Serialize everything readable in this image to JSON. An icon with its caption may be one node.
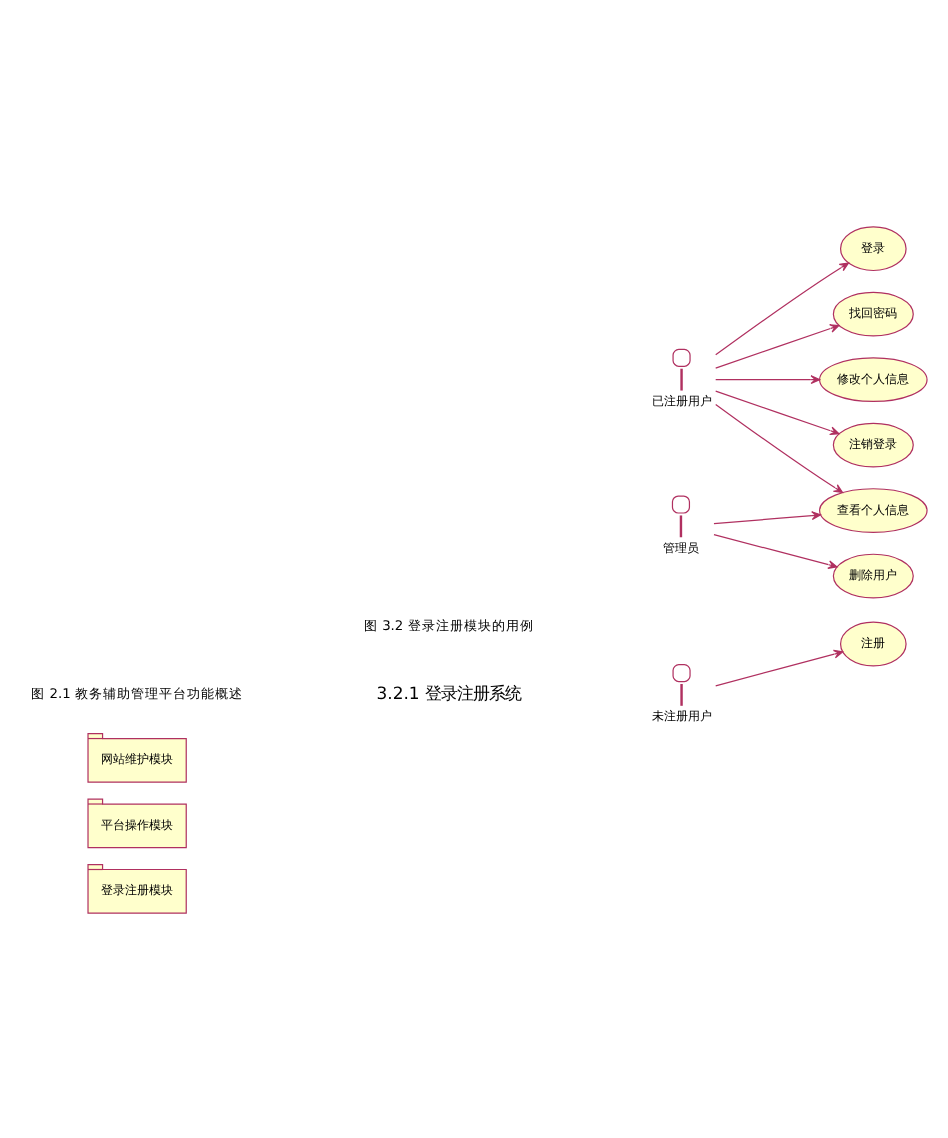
{
  "diagram": {
    "nodes": [
      {
        "text": [
          "登录注册模块"
        ]
      },
      {
        "text": [
          "平台操作模块"
        ]
      },
      {
        "text": [
          "网站维护模块"
        ]
      },
      {
        "text": [
          "未注册用户"
        ]
      },
      {
        "text": [
          "注册"
        ]
      },
      {
        "text": [
          "登录"
        ]
      },
      {
        "text": [
          "找回密码"
        ]
      },
      {
        "text": [
          "已注册用户"
        ]
      },
      {
        "text": [
          "查看个人信息"
        ]
      },
      {
        "text": [
          "修改个人信息"
        ]
      },
      {
        "text": [
          "管理员"
        ]
      },
      {
        "text": [
          "注销登录"
        ]
      },
      {
        "text": [
          "删除用户"
        ]
      }
    ],
    "edges": [
      {
        "from": 3,
        "to": 4,
        "arrow": "to"
      },
      {
        "from": 7,
        "to": 5,
        "arrow": "to"
      },
      {
        "from": 7,
        "to": 6,
        "arrow": "to"
      },
      {
        "from": 7,
        "to": 8,
        "arrow": "to"
      },
      {
        "from": 7,
        "to": 9,
        "arrow": "to"
      },
      {
        "from": 7,
        "to": 11,
        "arrow": "to"
      },
      {
        "from": 10,
        "to": 8,
        "arrow": "to"
      },
      {
        "from": 10,
        "to": 12,
        "arrow": "to"
      }
    ],
    "labels": [
      "图 2.1 教务辅助管理平台功能概述",
      "3.2.1 登录注册系统",
      "图 3.2 登录注册模块的用例"
    ]
  }
}
